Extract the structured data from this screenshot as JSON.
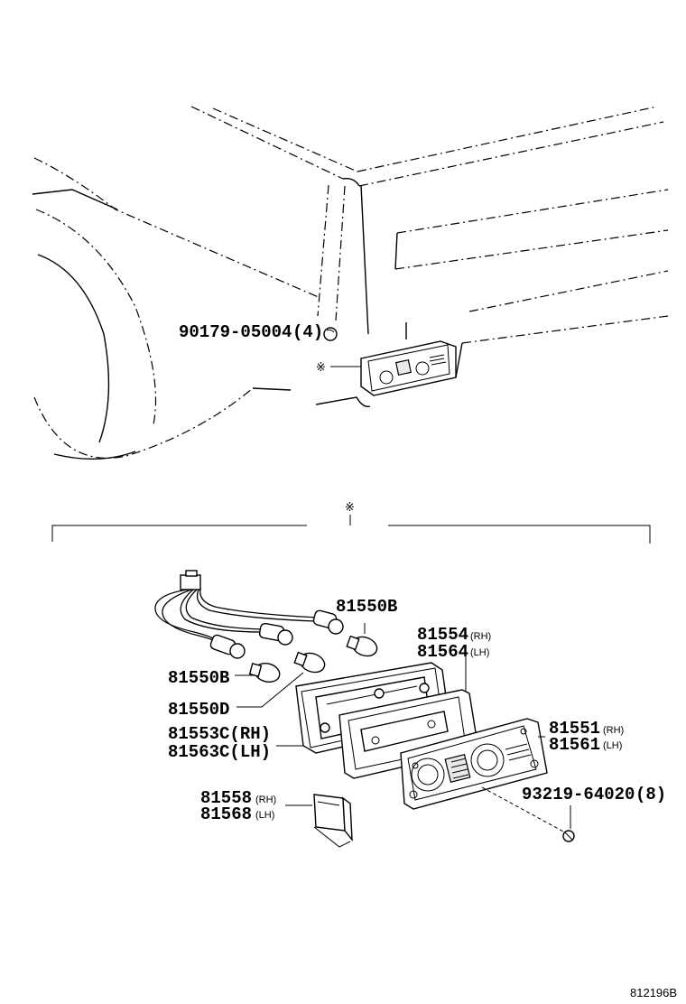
{
  "labels": {
    "screw": "90179-05004",
    "screw_qty": "(4)",
    "ref_mark": "※",
    "bulb_b_top": "81550B",
    "bulb_b_left": "81550B",
    "bulb_d": "81550D",
    "gasket_rh": "81554",
    "gasket_rh_side": "(RH)",
    "gasket_lh": "81564",
    "gasket_lh_side": "(LH)",
    "housing_rh": "81553C(RH)",
    "housing_lh": "81563C(LH)",
    "lens_rh": "81551",
    "lens_rh_side": "(RH)",
    "lens_lh": "81561",
    "lens_lh_side": "(LH)",
    "lens_screw": "93219-64020",
    "lens_screw_qty": "(8)",
    "clip_rh": "81558",
    "clip_rh_side": "(RH)",
    "clip_lh": "81568",
    "clip_lh_side": "(LH)",
    "figure_code": "812196B"
  }
}
